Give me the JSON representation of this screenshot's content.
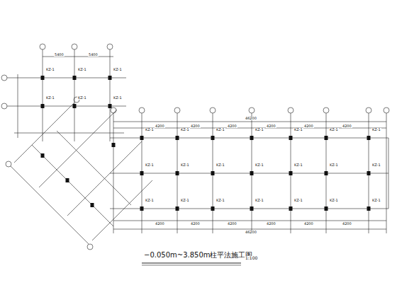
{
  "diagram": {
    "labels": [
      "−0.050m~3.850m柱平法施工图",
      "1:100",
      "46200",
      "4200",
      "4200",
      "4200",
      "4200",
      "4200",
      "4200",
      "4200",
      "4200",
      "4200",
      "4200",
      "4200",
      "4200",
      "46200",
      "5400",
      "5400",
      "KZ-1",
      "KZ-1",
      "KZ-1",
      "KZ-1",
      "KZ-1",
      "KZ-1",
      "KZ-1",
      "KZ-1",
      "KZ-1",
      "KZ-1",
      "KZ-1",
      "KZ-1",
      "KZ-1",
      "KZ-1",
      "KZ-1",
      "KZ-1",
      "KZ-1",
      "KZ-1",
      "KZ-1",
      "KZ-1",
      "KZ-1",
      "KZ-1",
      "KZ-1",
      "KZ-1",
      "KZ-1",
      "KZ-1",
      "KZ-1"
    ]
  }
}
